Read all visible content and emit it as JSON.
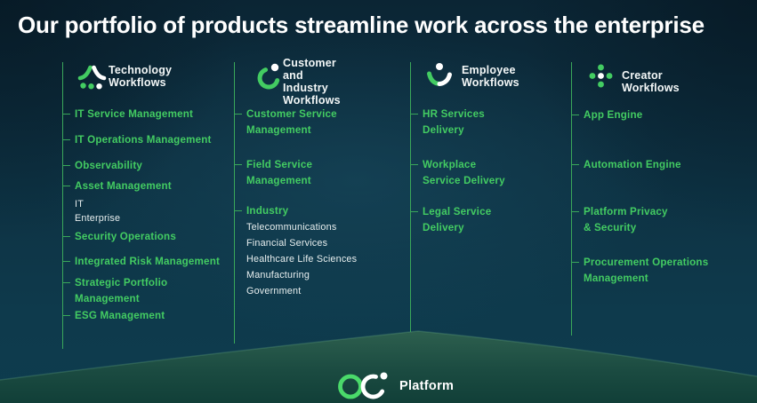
{
  "title": "Our portfolio of products streamline work across the enterprise",
  "colors": {
    "accent_green": "#43CC62",
    "line_green": "#3AA75A",
    "text_white": "#F3F7F7",
    "background_navy": "#0C2433",
    "background_teal": "#0D3A4D",
    "hill_green": "#24564A"
  },
  "columns": [
    {
      "title": "Technology\nWorkflows",
      "icon": "growth-tree-icon",
      "items": [
        {
          "label": "IT Service Management",
          "type": "primary"
        },
        {
          "label": "IT Operations Management",
          "type": "primary"
        },
        {
          "label": "Observability",
          "type": "primary"
        },
        {
          "label": "Asset Management",
          "type": "primary"
        },
        {
          "label": "IT",
          "type": "secondary"
        },
        {
          "label": "Enterprise",
          "type": "secondary"
        },
        {
          "label": "Security Operations",
          "type": "primary"
        },
        {
          "label": "Integrated Risk Management",
          "type": "primary"
        },
        {
          "label": "Strategic Portfolio\nManagement",
          "type": "primary"
        },
        {
          "label": "ESG Management",
          "type": "primary"
        }
      ]
    },
    {
      "title": "Customer\nand Industry\nWorkflows",
      "icon": "crescent-dot-icon",
      "items": [
        {
          "label": "Customer Service\nManagement",
          "type": "primary"
        },
        {
          "label": "Field Service\nManagement",
          "type": "primary"
        },
        {
          "label": "Industry",
          "type": "primary"
        },
        {
          "label": "Telecommunications",
          "type": "secondary"
        },
        {
          "label": "Financial Services",
          "type": "secondary"
        },
        {
          "label": "Healthcare Life Sciences",
          "type": "secondary"
        },
        {
          "label": "Manufacturing",
          "type": "secondary"
        },
        {
          "label": "Government",
          "type": "secondary"
        }
      ]
    },
    {
      "title": "Employee\nWorkflows",
      "icon": "person-icon",
      "items": [
        {
          "label": "HR Services\nDelivery",
          "type": "primary"
        },
        {
          "label": "Workplace\nService Delivery",
          "type": "primary"
        },
        {
          "label": "Legal Service\nDelivery",
          "type": "primary"
        }
      ]
    },
    {
      "title": "Creator Workflows",
      "icon": "plus-dots-icon",
      "items": [
        {
          "label": "App Engine",
          "type": "primary"
        },
        {
          "label": "Automation Engine",
          "type": "primary"
        },
        {
          "label": "Platform Privacy\n& Security",
          "type": "primary"
        },
        {
          "label": "Procurement Operations\nManagement",
          "type": "primary"
        }
      ]
    }
  ],
  "footer": {
    "label": "Platform"
  }
}
